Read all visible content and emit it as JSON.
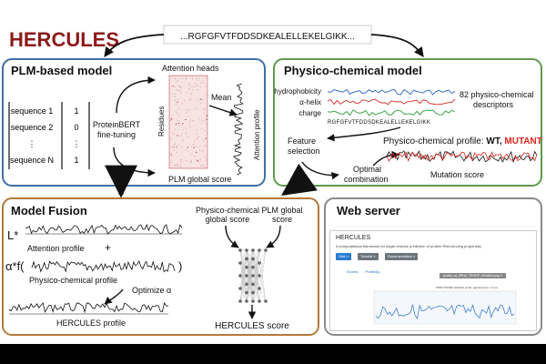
{
  "title": "HERCULES",
  "sequence": "...RGFGFVTFDDSDKEALELLEKELGIKK...",
  "plm": {
    "heading": "PLM-based model",
    "seqs": [
      "sequence 1",
      "sequence 2",
      "⋮",
      "sequence N"
    ],
    "bits": [
      "1",
      "0",
      "⋮",
      "1"
    ],
    "finetune": "ProteinBERT\nfine-tuning",
    "attention_heads": "Attention heads",
    "residues": "Residues",
    "mean": "Mean",
    "attention_profile": "Attention profile",
    "global_score": "PLM global score"
  },
  "physchem": {
    "heading": "Physico-chemical model",
    "tracks": [
      "hydrophobicity",
      "α-helix",
      "charge"
    ],
    "seq": "RGFGFVTFDDSDKEALELLEKELGIKK",
    "descriptors": "82 physico-chemical\ndescriptors",
    "feature_selection": "Feature\nselection",
    "optimal": "Optimal\ncombination",
    "profile_label": "Physico-chemical profile:",
    "wt": "WT,",
    "mutant": "MUTANT",
    "mutation_score": "Mutation score"
  },
  "fusion": {
    "heading": "Model Fusion",
    "lstar": "L*",
    "attention_profile": "Attention profile",
    "plus": "+",
    "alpha_f": "α*f(",
    "close": ")",
    "pc_profile": "Physico-chemical profile",
    "optimize": "Optimize α",
    "hercules_profile": "HERCULES profile",
    "pc_global": "Physico-chemical\nglobal score",
    "plm_global": "PLM global\nscore",
    "hercules_score": "HERCULES score"
  },
  "webserver": {
    "heading": "Web server",
    "app_title": "HERCULES",
    "app_sub": "A computational framework for single-residue prediction of protein RNA-binding propensity",
    "buttons": [
      "Visit »",
      "Tutorial »",
      "Documentation »"
    ],
    "tabs": [
      "Scores",
      "Profile(s)"
    ],
    "file": "profile_wt_5RN6_TRORP_HUMAN.png ×",
    "plot_title": "5RN6 TRORP HUMAN profile (global score = 0.xx)"
  },
  "colors": {
    "title": "#8b1a1a",
    "plm_border": "#3f6fa6",
    "physchem_border": "#5f9a4c",
    "fusion_border": "#b07a3c",
    "webserver_border": "#8a8a8a",
    "mutant": "#e0231b",
    "hydro": "#3b6fc8",
    "helix": "#d6403a",
    "charge": "#3fa34a",
    "plot_line": "#3f7fd0",
    "btn_primary": "#2a7bd1",
    "btn_secondary": "#6c757d"
  }
}
